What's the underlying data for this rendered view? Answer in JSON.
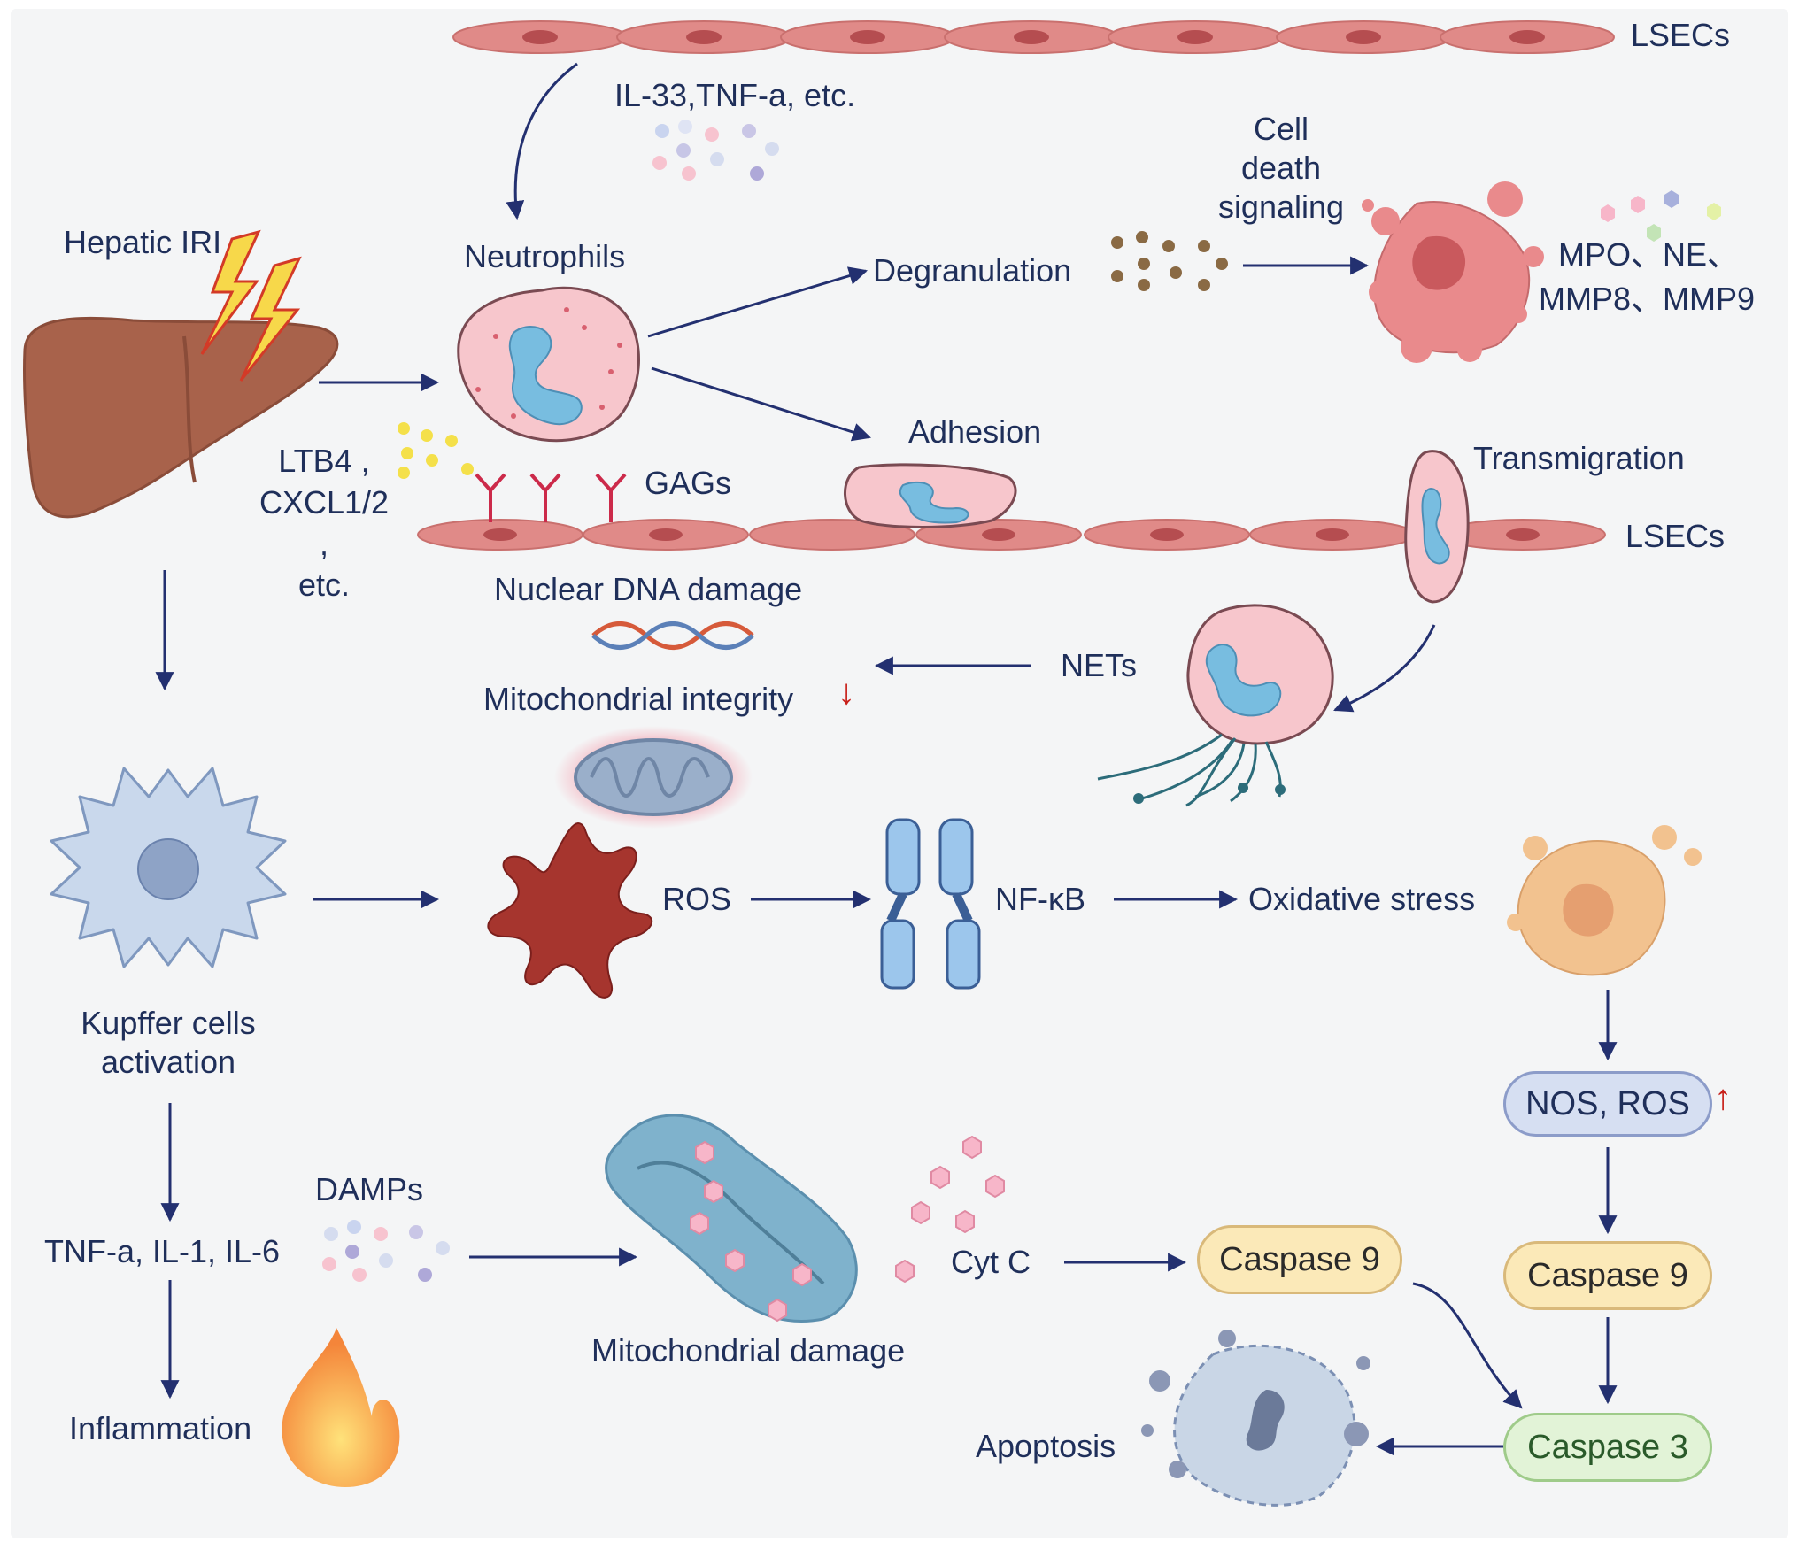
{
  "labels": {
    "lsecs_top": "LSECs",
    "lsecs_bottom": "LSECs",
    "cytokines": "IL-33,TNF-a, etc.",
    "hepatic_iri": "Hepatic IRI",
    "neutrophils": "Neutrophils",
    "degranulation": "Degranulation",
    "cell_death_signaling": "Cell\ndeath\nsignaling",
    "enzymes_line1": "MPO、NE、",
    "enzymes_line2": "MMP8、MMP9",
    "adhesion": "Adhesion",
    "transmigration": "Transmigration",
    "chemokines": "LTB4 ,\nCXCL1/2 ,\netc.",
    "gags": "GAGs",
    "nuclear_dna_damage": "Nuclear DNA damage",
    "mitochondrial_integrity": "Mitochondrial integrity",
    "nets": "NETs",
    "kupffer": "Kupffer cells\nactivation",
    "ros": "ROS",
    "nfkb": "NF-κB",
    "oxidative_stress": "Oxidative stress",
    "damps": "DAMPs",
    "cytokines_bottom": "TNF-a, IL-1, IL-6",
    "inflammation": "Inflammation",
    "mitochondrial_damage": "Mitochondrial damage",
    "cyt_c": "Cyt C",
    "apoptosis": "Apoptosis"
  },
  "pills": {
    "nos_ros": "NOS, ROS",
    "caspase9_center": "Caspase 9",
    "caspase9_right": "Caspase 9",
    "caspase3": "Caspase 3"
  },
  "colors": {
    "arrow": "#233070",
    "text": "#1f2f5a",
    "lsec": "#e08a88",
    "neutrophil": "#f7c6cc",
    "nucleus": "#78bde0",
    "liver": "#a8624b",
    "kupffer": "#c9d8ec",
    "ros_cell": "#a6352e",
    "nfkb": "#9cc6ec",
    "pill_blue": "#d6dff2",
    "pill_yellow": "#fbe9b8",
    "pill_green": "#e2f3d7",
    "up_down_arrow": "#c8201a"
  }
}
